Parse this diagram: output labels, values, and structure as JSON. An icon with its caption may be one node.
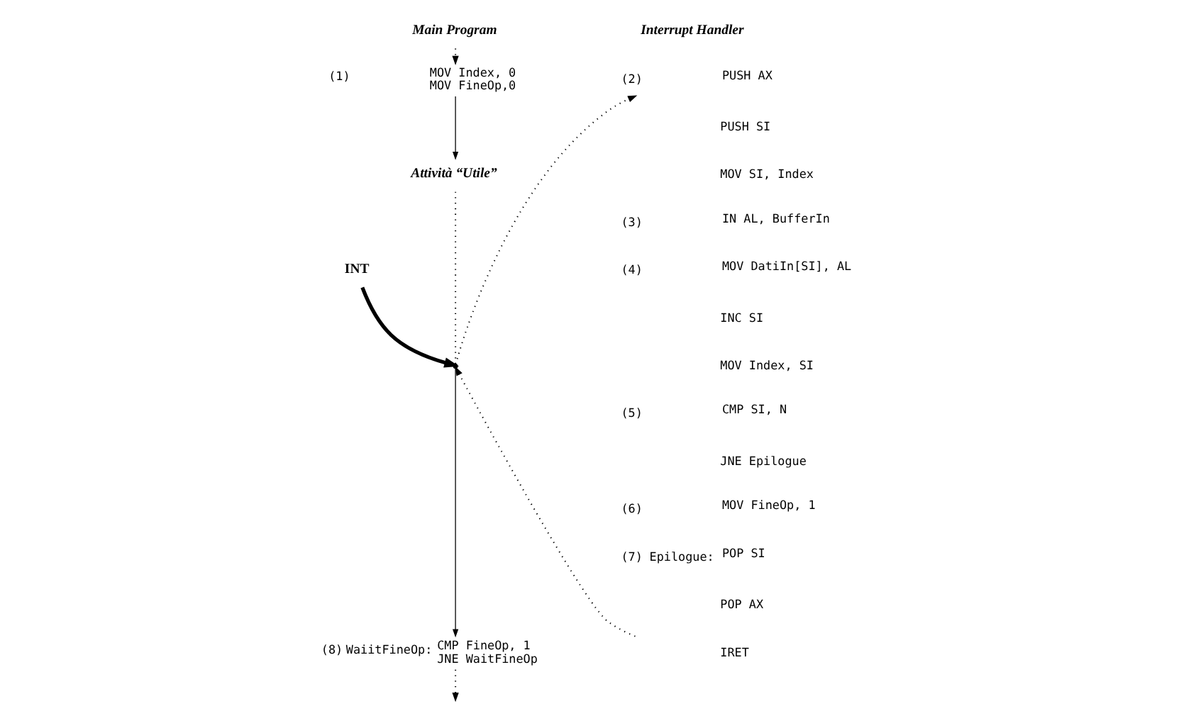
{
  "diagram": {
    "nodes": [
      {
        "text": [
          "Main Program"
        ]
      },
      {
        "text": [
          "MOV Index, 0",
          "MOV FineOp,0"
        ],
        "beside": [
          "(1)"
        ]
      },
      {
        "text": [
          "Attività “Utile”"
        ]
      },
      {
        "text": [
          "INT"
        ]
      },
      {
        "text": [],
        "shape": "point"
      },
      {
        "text": [
          "PUSH AX"
        ],
        "beside": [
          "(2)"
        ]
      },
      {
        "text": [
          "PUSH SI"
        ]
      },
      {
        "text": [
          "MOV SI, Index"
        ]
      },
      {
        "text": [
          "IN AL, BufferIn"
        ],
        "beside": [
          "(3)"
        ]
      },
      {
        "text": [
          "MOV DatiIn[SI], AL"
        ],
        "beside": [
          "(4)"
        ]
      },
      {
        "text": [
          "INC SI"
        ]
      },
      {
        "text": [
          "MOV Index, SI"
        ]
      },
      {
        "text": [
          "CMP SI, N"
        ],
        "beside": [
          "(5)"
        ]
      },
      {
        "text": [
          "JNE Epilogue"
        ]
      },
      {
        "text": [
          "MOV FineOp, 1"
        ],
        "beside": [
          "(6)"
        ]
      },
      {
        "text": [
          "POP SI"
        ],
        "beside": [
          "(7)",
          "Epilogue:"
        ]
      },
      {
        "text": [
          "POP AX"
        ]
      },
      {
        "text": [
          "IRET"
        ]
      },
      {
        "text": [
          "CMP FineOp, 1",
          "JNE WaitFineOp"
        ],
        "beside": [
          "(8)",
          "WaiitFineOp:"
        ]
      }
    ],
    "edges": [
      {
        "from": 0,
        "to": 1,
        "arrow": "to",
        "style": "dashed"
      },
      {
        "from": 1,
        "to": 2,
        "arrow": "to"
      },
      {
        "from": 2,
        "to": 4,
        "arrow": "none",
        "style": "dashed"
      },
      {
        "from": 3,
        "to": 4,
        "arrow": "to",
        "style": "thick"
      },
      {
        "from": 4,
        "to": 5,
        "arrow": "to",
        "style": "dashed"
      },
      {
        "from": 17,
        "to": 4,
        "arrow": "to",
        "style": "dashed"
      },
      {
        "from": 4,
        "to": 18,
        "arrow": "to"
      },
      {
        "from": 18,
        "to": null,
        "arrow": "to",
        "style": "dashed"
      }
    ],
    "labels": [
      "Interrupt Handler"
    ]
  }
}
